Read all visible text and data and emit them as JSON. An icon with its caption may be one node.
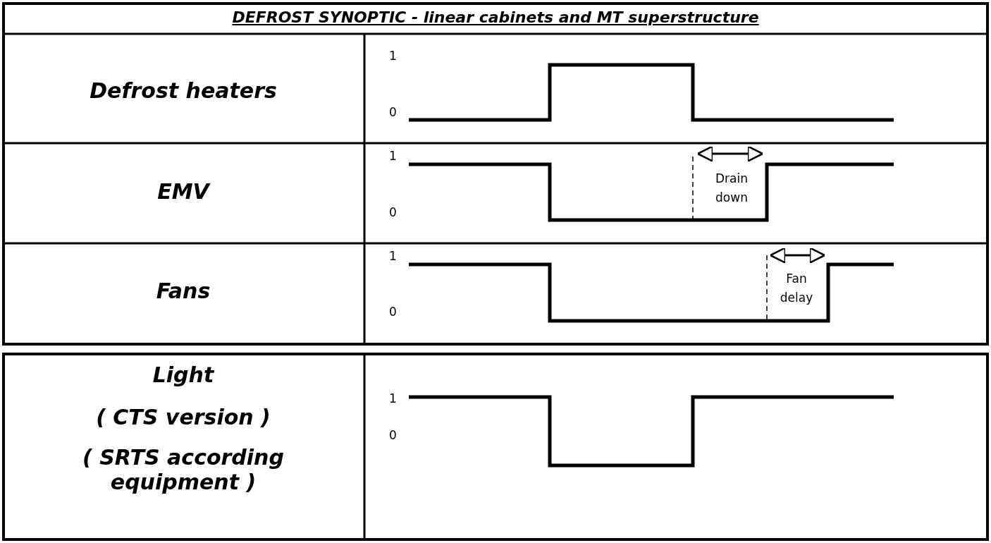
{
  "diagram": {
    "title": "DEFROST SYNOPTIC - linear cabinets and MT superstructure",
    "labels": [
      "Defrost heaters",
      "1",
      "0",
      "EMV",
      "1",
      "Drain down",
      "0",
      "Fans",
      "1",
      "Fan delay",
      "0",
      "Light",
      "( CTS version )",
      "( SRTS according equipment )",
      "1",
      "0"
    ]
  }
}
